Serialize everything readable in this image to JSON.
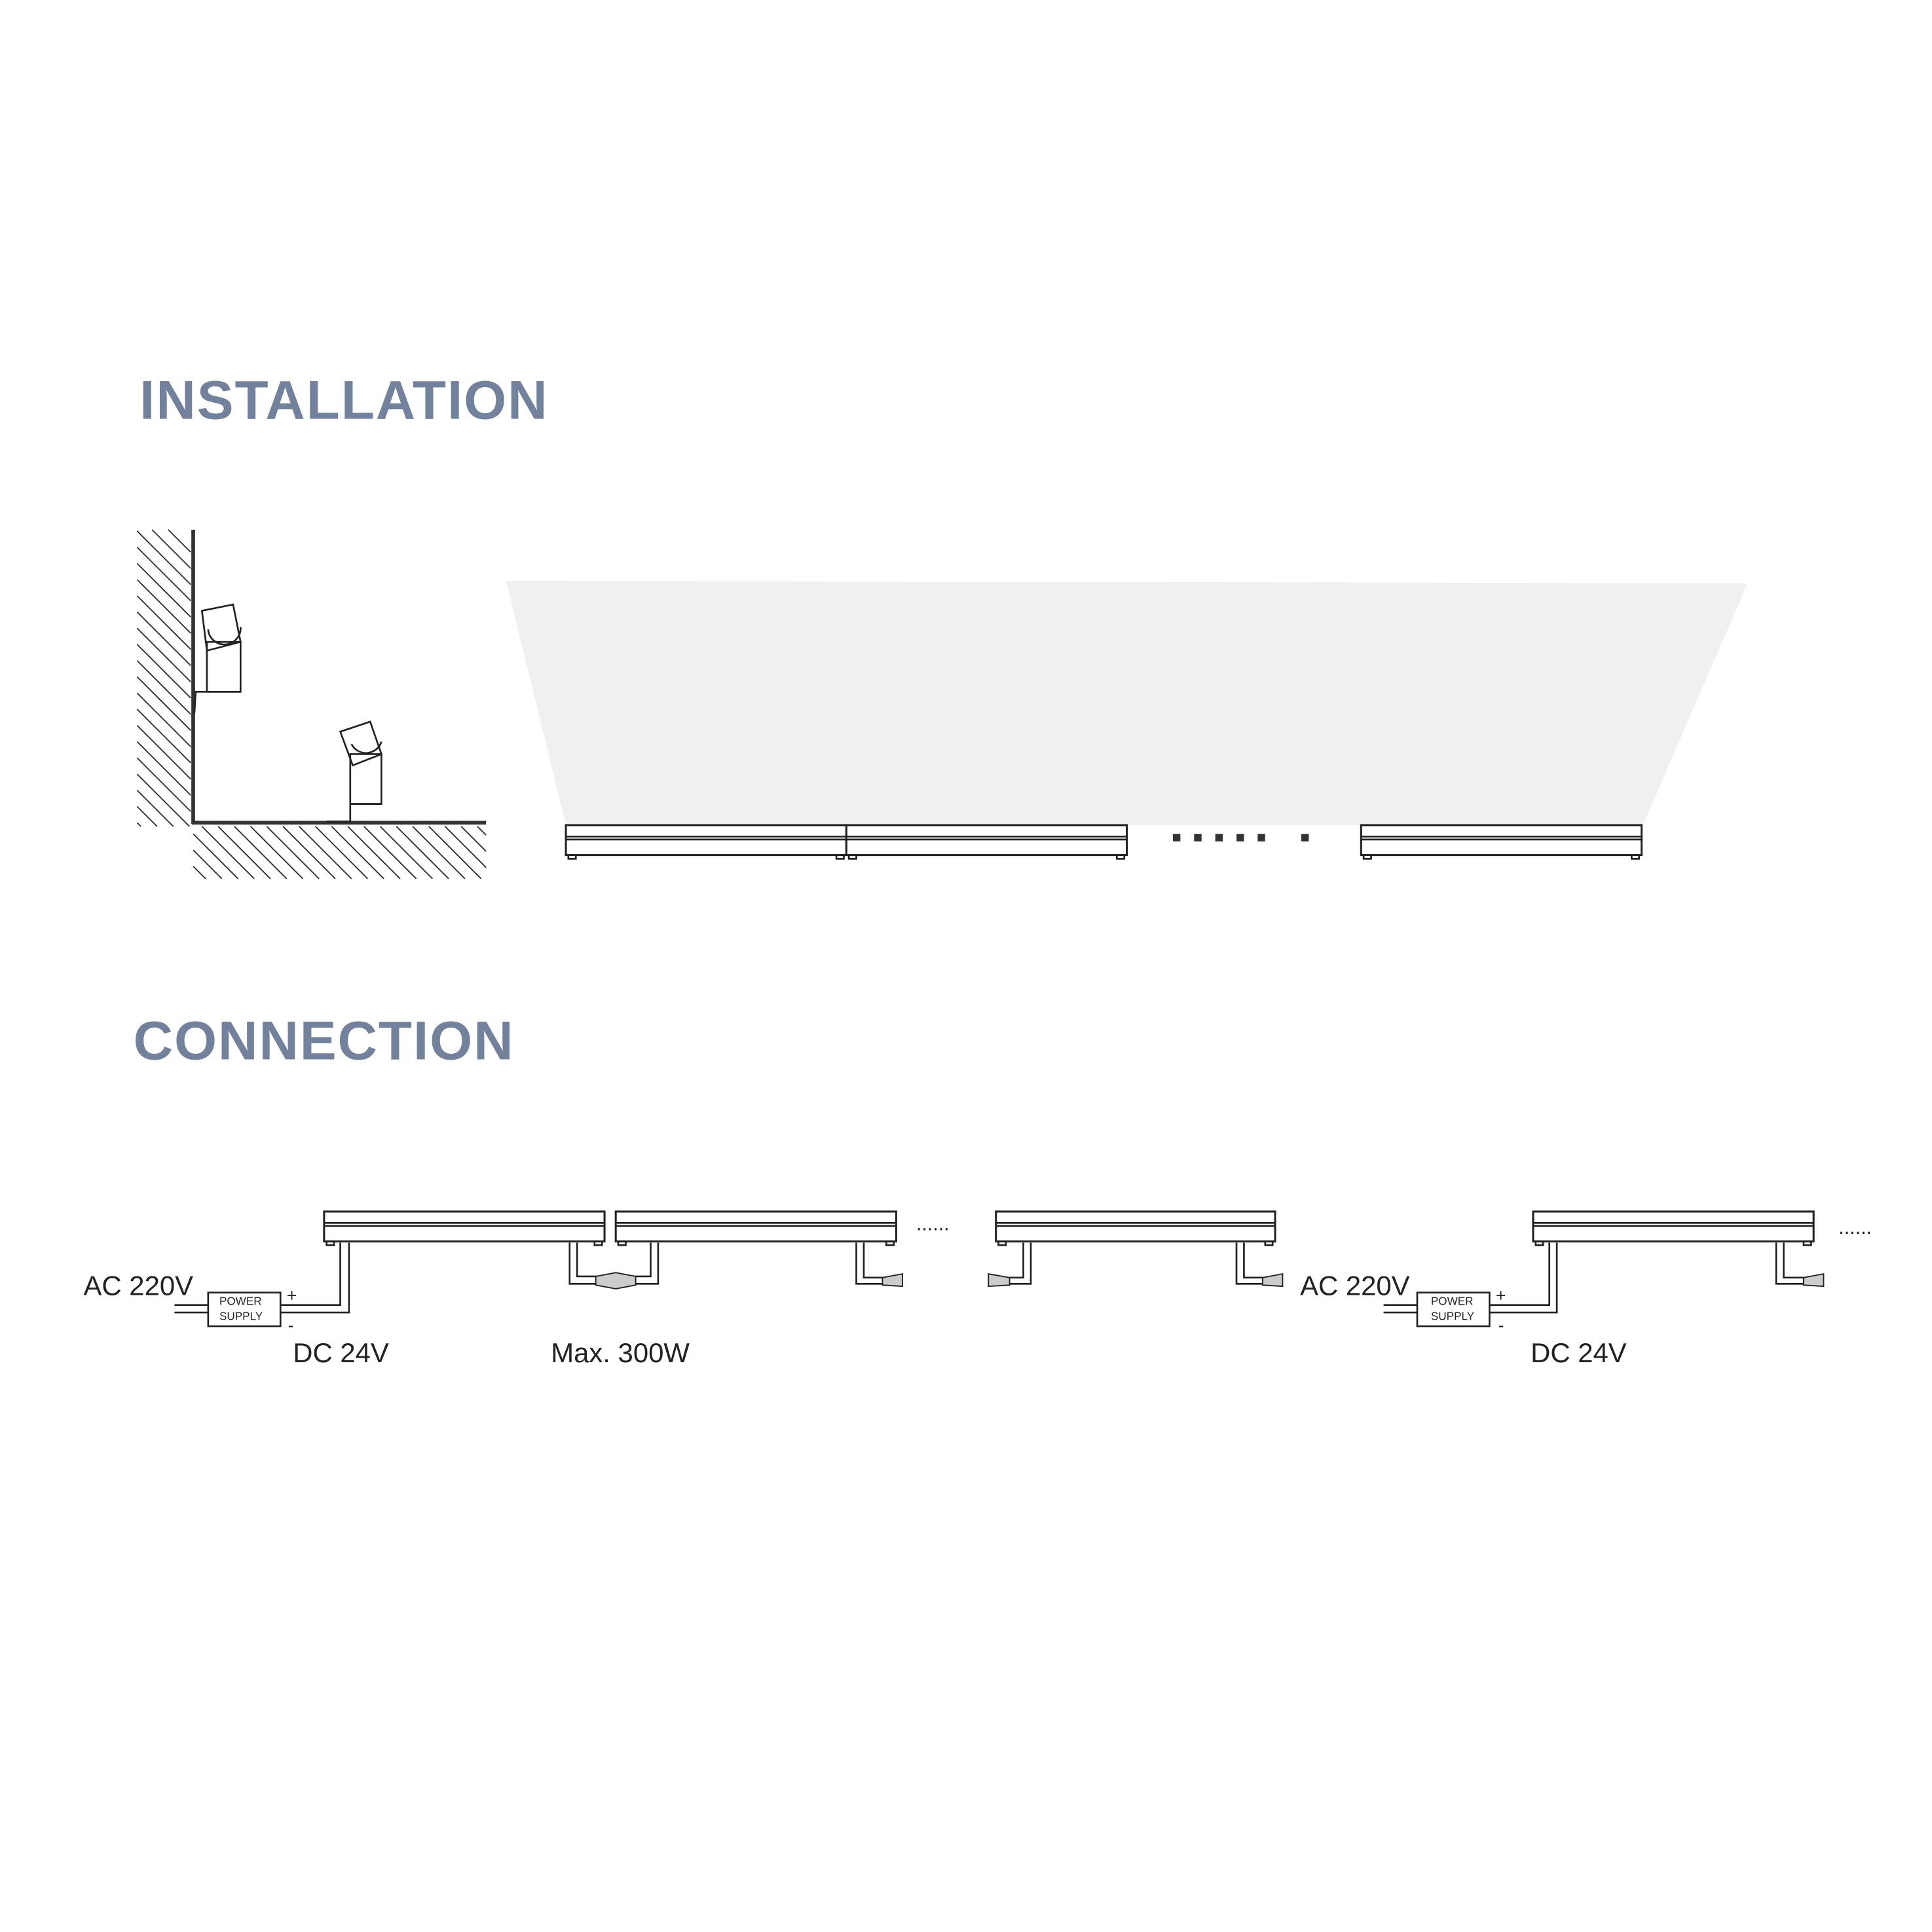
{
  "installation": {
    "title": "INSTALLATION",
    "colors": {
      "title": "#72829c",
      "beam": "#f0f0f0"
    }
  },
  "connection": {
    "title": "CONNECTION",
    "group1": {
      "ac_label": "AC 220V",
      "dc_label": "DC 24V",
      "max_label": "Max. 300W",
      "ps_line1": "POWER",
      "ps_line2": "SUPPLY",
      "plus": "+",
      "minus": "-",
      "ellipsis": "......"
    },
    "group2": {
      "ac_label": "AC 220V",
      "dc_label": "DC 24V",
      "ps_line1": "POWER",
      "ps_line2": "SUPPLY",
      "plus": "+",
      "minus": "-",
      "ellipsis": "......"
    }
  }
}
